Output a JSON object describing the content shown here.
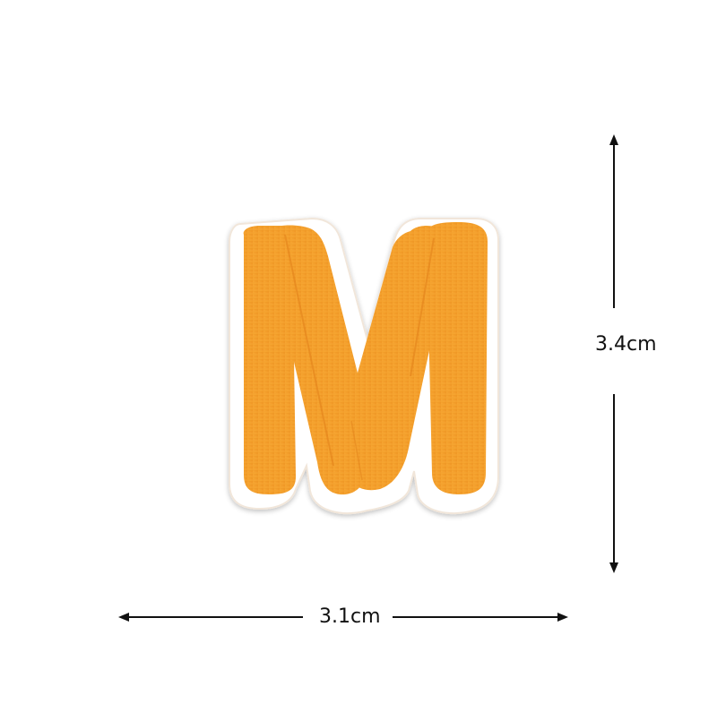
{
  "product": {
    "letter": "M",
    "description_colors": {
      "thread": "#F5A02A",
      "thread_shade": "#E88A1A",
      "border": "#FFFFFF"
    }
  },
  "dimensions": {
    "height": "3.4cm",
    "width": "3.1cm"
  },
  "colors": {
    "arrow": "#111111",
    "background": "#FFFFFF"
  }
}
